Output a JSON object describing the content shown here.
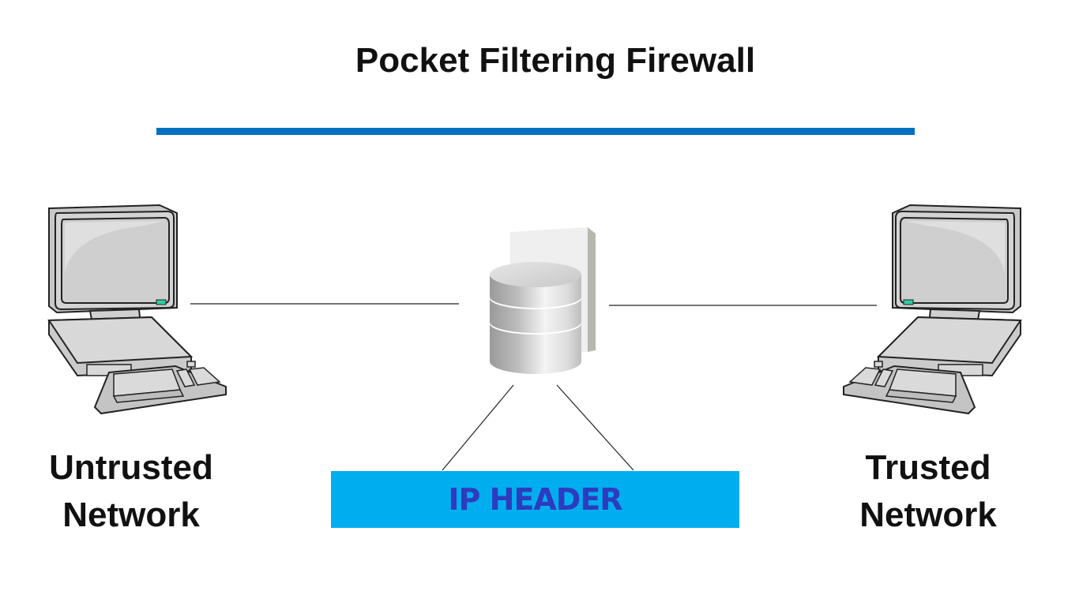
{
  "diagram": {
    "title": "Pocket Filtering Firewall",
    "nodes": {
      "left": {
        "label_line1": "Untrusted",
        "label_line2": "Network",
        "icon": "desktop-computer-icon"
      },
      "center": {
        "icon": "firewall-database-icon"
      },
      "right": {
        "label_line1": "Trusted",
        "label_line2": "Network",
        "icon": "desktop-computer-icon"
      }
    },
    "inspection_box": {
      "label": "IP HEADER"
    },
    "colors": {
      "title_rule": "#0070c0",
      "ip_box_fill": "#00aeef",
      "ip_box_text": "#2e3bbf",
      "indicator_light": "#2fd0a0"
    }
  }
}
